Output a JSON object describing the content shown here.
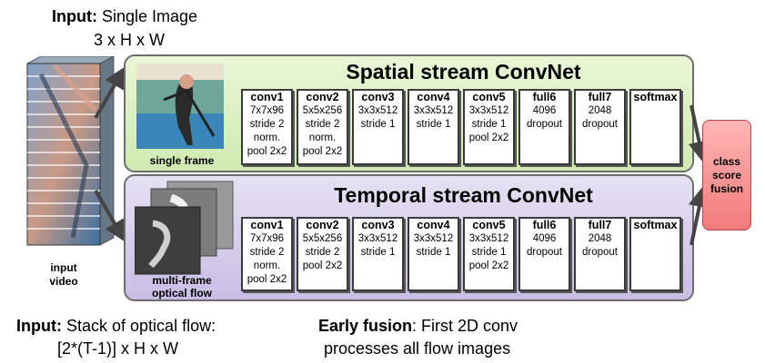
{
  "top_caption": {
    "prefix": "Input:",
    "text": "Single Image",
    "dims": "3 x H x W"
  },
  "video_label": [
    "input",
    "video"
  ],
  "spatial": {
    "title": "Spatial stream ConvNet",
    "image_label": "single frame",
    "layers": [
      {
        "name": "conv1",
        "lines": [
          "7x7x96",
          "stride 2",
          "norm.",
          "pool 2x2"
        ]
      },
      {
        "name": "conv2",
        "lines": [
          "5x5x256",
          "stride 2",
          "norm.",
          "pool 2x2"
        ]
      },
      {
        "name": "conv3",
        "lines": [
          "3x3x512",
          "stride 1"
        ]
      },
      {
        "name": "conv4",
        "lines": [
          "3x3x512",
          "stride 1"
        ]
      },
      {
        "name": "conv5",
        "lines": [
          "3x3x512",
          "stride 1",
          "pool 2x2"
        ]
      },
      {
        "name": "full6",
        "lines": [
          "4096",
          "dropout"
        ]
      },
      {
        "name": "full7",
        "lines": [
          "2048",
          "dropout"
        ]
      },
      {
        "name": "softmax",
        "lines": []
      }
    ]
  },
  "temporal": {
    "title": "Temporal stream ConvNet",
    "image_label": [
      "multi-frame",
      "optical flow"
    ],
    "layers": [
      {
        "name": "conv1",
        "lines": [
          "7x7x96",
          "stride 2",
          "norm.",
          "pool 2x2"
        ]
      },
      {
        "name": "conv2",
        "lines": [
          "5x5x256",
          "stride 2",
          "pool 2x2"
        ]
      },
      {
        "name": "conv3",
        "lines": [
          "3x3x512",
          "stride 1"
        ]
      },
      {
        "name": "conv4",
        "lines": [
          "3x3x512",
          "stride 1"
        ]
      },
      {
        "name": "conv5",
        "lines": [
          "3x3x512",
          "stride 1",
          "pool 2x2"
        ]
      },
      {
        "name": "full6",
        "lines": [
          "4096",
          "dropout"
        ]
      },
      {
        "name": "full7",
        "lines": [
          "2048",
          "dropout"
        ]
      },
      {
        "name": "softmax",
        "lines": []
      }
    ]
  },
  "fusion": {
    "lines": [
      "class",
      "score",
      "fusion"
    ],
    "color": "#f27a7a"
  },
  "bottom_left": {
    "prefix": "Input:",
    "text": "Stack of optical flow:",
    "dims": "[2*(T-1)] x H x W"
  },
  "bottom_right": {
    "prefix": "Early fusion",
    "text": ": First 2D conv",
    "line2": "processes all flow images"
  },
  "colors": {
    "spatial_bg": "#cfeab0",
    "temporal_bg": "#c9bde4"
  }
}
